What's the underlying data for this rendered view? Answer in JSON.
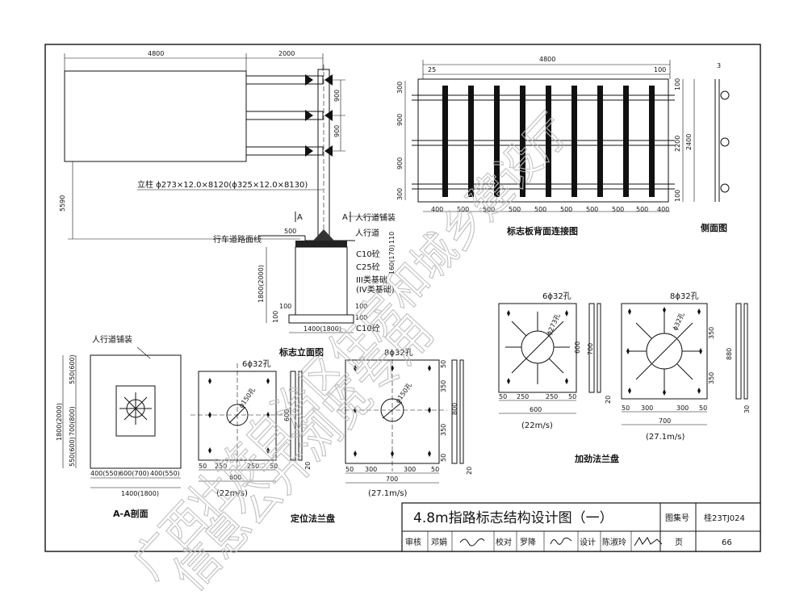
{
  "title_block": {
    "title": "4.8m指路标志结构设计图（一）",
    "atlas_label": "图集号",
    "atlas_no": "桂23TJ024",
    "page_label": "页",
    "page_no": "66",
    "review_label": "审核",
    "review_name": "邓娟",
    "check_label": "校对",
    "check_name": "罗降",
    "design_label": "设计",
    "design_name": "陈淑玲"
  },
  "elevation": {
    "dims_top": [
      "4800",
      "2000"
    ],
    "dims_right": [
      "900",
      "900"
    ],
    "dim_left": "5590",
    "pole_note": "立柱 ϕ273×12.0×8120(ϕ325×12.0×8130)",
    "section_mark": "A",
    "labels": [
      "人行道铺装",
      "人行道",
      "行车道路面线",
      "C10砼",
      "C25砼",
      "III类基础",
      "(IV类基础)",
      "C10砼"
    ],
    "dims_found": [
      "500",
      "110",
      "160(170)",
      "1800(2000)",
      "100",
      "100",
      "100",
      "100",
      "1400(1800)"
    ],
    "caption": "标志立面图"
  },
  "back_view": {
    "dim_top": "4800",
    "dim_left_small": "25",
    "dim_right_small": "100",
    "dims_left": [
      "300",
      "900",
      "900",
      "300"
    ],
    "dims_right": [
      "100",
      "2200",
      "100"
    ],
    "dim_total": "2400",
    "dims_bottom": [
      "400",
      "500",
      "500",
      "500",
      "500",
      "500",
      "500",
      "500",
      "500",
      "400"
    ],
    "caption": "标志板背面连接图"
  },
  "side_view": {
    "dim_top": "3",
    "caption": "侧面图"
  },
  "section_aa": {
    "label": "人行道铺装",
    "dims_left": [
      "550(600)",
      "700(800)",
      "550(600)"
    ],
    "dim_left_total": "1800(2000)",
    "dims_bottom": [
      "400(550)",
      "600(700)",
      "400(550)"
    ],
    "dim_bottom_total": "1400(1800)",
    "caption": "A-A剖面"
  },
  "loc_flange": {
    "a_holes": "6ϕ32孔",
    "a_dia": "ϕ150孔",
    "a_dims_bottom": [
      "50",
      "250",
      "250",
      "50"
    ],
    "a_total": "600",
    "a_right": [
      "600",
      "20"
    ],
    "a_speed": "(22m/s)",
    "b_holes": "8ϕ32孔",
    "b_dia": "ϕ150孔",
    "b_dims_bottom": [
      "50",
      "300",
      "300",
      "50"
    ],
    "b_total": "700",
    "b_right": [
      "50",
      "350",
      "350",
      "50",
      "800",
      "20"
    ],
    "b_speed": "(27.1m/s)",
    "caption": "定位法兰盘"
  },
  "stiff_flange": {
    "a_holes": "6ϕ32孔",
    "a_dia": "ϕ273孔",
    "a_dims_bottom": [
      "50",
      "250",
      "250",
      "50"
    ],
    "a_total": "600",
    "a_right": [
      "600",
      "700",
      "20"
    ],
    "a_speed": "(22m/s)",
    "b_holes": "8ϕ32孔",
    "b_dia": "ϕ32孔",
    "b_dims_bottom": [
      "50",
      "300",
      "300",
      "50"
    ],
    "b_total": "700",
    "b_right": [
      "350",
      "350",
      "880",
      "30"
    ],
    "b_speed": "(27.1m/s)",
    "caption": "加劲法兰盘"
  },
  "watermark": [
    "广西壮族自治区住房和城乡建设厅",
    "信息公开浏览专用"
  ]
}
